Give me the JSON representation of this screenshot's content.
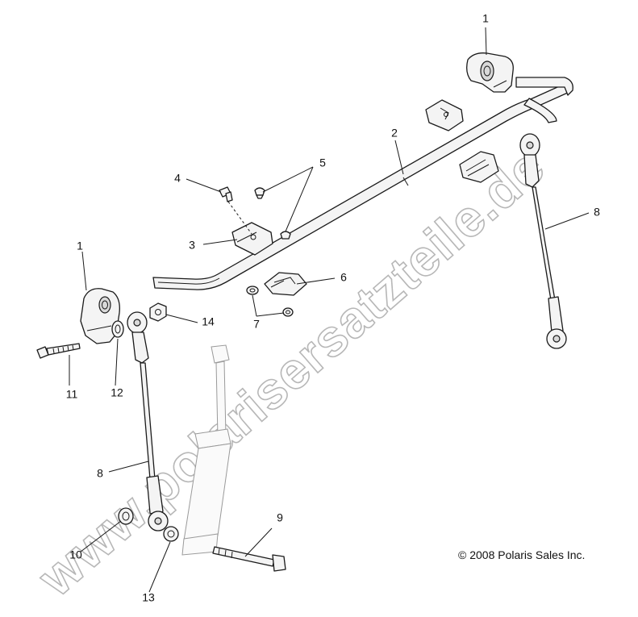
{
  "callouts": [
    {
      "id": "p1a",
      "label": "1"
    },
    {
      "id": "p1b",
      "label": "1"
    },
    {
      "id": "p2",
      "label": "2"
    },
    {
      "id": "p3",
      "label": "3"
    },
    {
      "id": "p4",
      "label": "4"
    },
    {
      "id": "p5",
      "label": "5"
    },
    {
      "id": "p6",
      "label": "6"
    },
    {
      "id": "p7",
      "label": "7"
    },
    {
      "id": "p8a",
      "label": "8"
    },
    {
      "id": "p8b",
      "label": "8"
    },
    {
      "id": "p9",
      "label": "9"
    },
    {
      "id": "p10",
      "label": "10"
    },
    {
      "id": "p11",
      "label": "11"
    },
    {
      "id": "p12",
      "label": "12"
    },
    {
      "id": "p13",
      "label": "13"
    },
    {
      "id": "p14",
      "label": "14"
    }
  ],
  "copyright": "© 2008 Polaris Sales Inc.",
  "watermark": "www.polarisersatzteile.de"
}
